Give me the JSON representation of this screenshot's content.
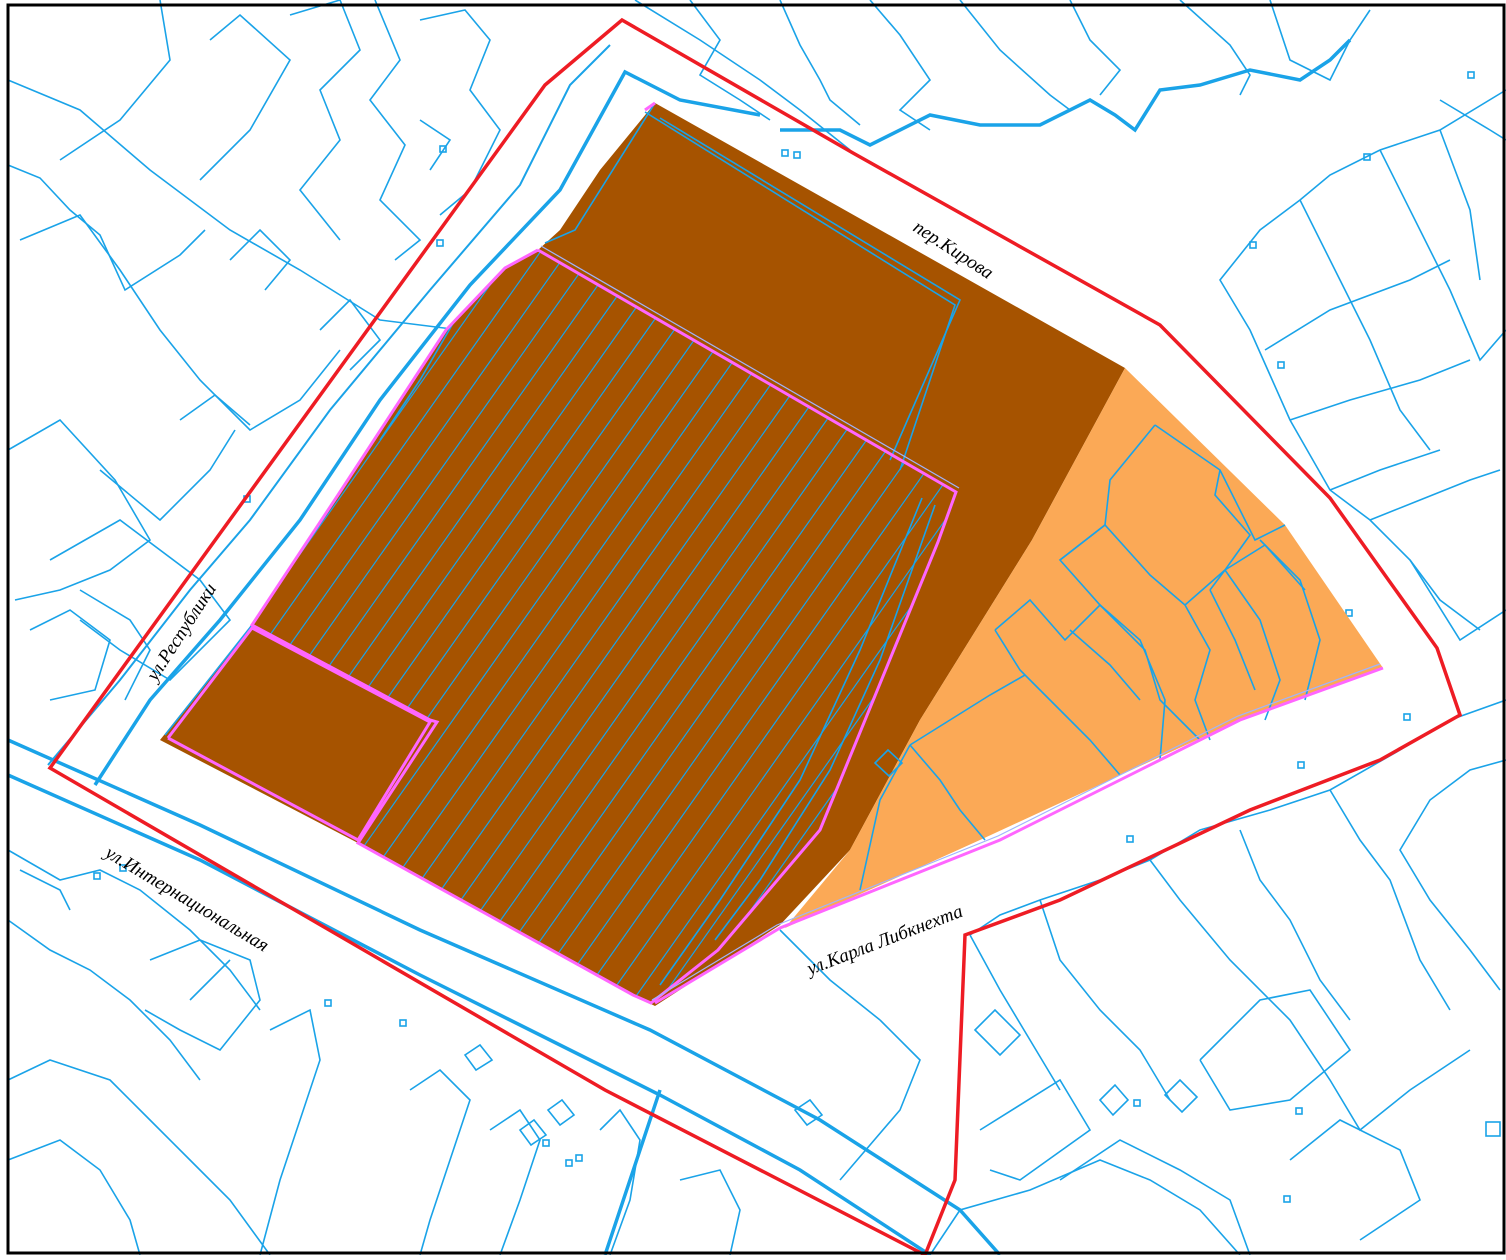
{
  "map": {
    "street_labels": {
      "kirova": "пер.Кирова",
      "respubliki": "ул.Республики",
      "internatsionalnaya": "ул.Интернациональная",
      "karla_libknekhta": "ул.Карла Либкнехта"
    },
    "colors": {
      "parcel_lines": "#1aa3e8",
      "project_boundary": "#ee1c24",
      "built_zone": "#a65300",
      "residential_zone": "#fba956",
      "hatched_parcel_border": "#ff66ff"
    }
  }
}
